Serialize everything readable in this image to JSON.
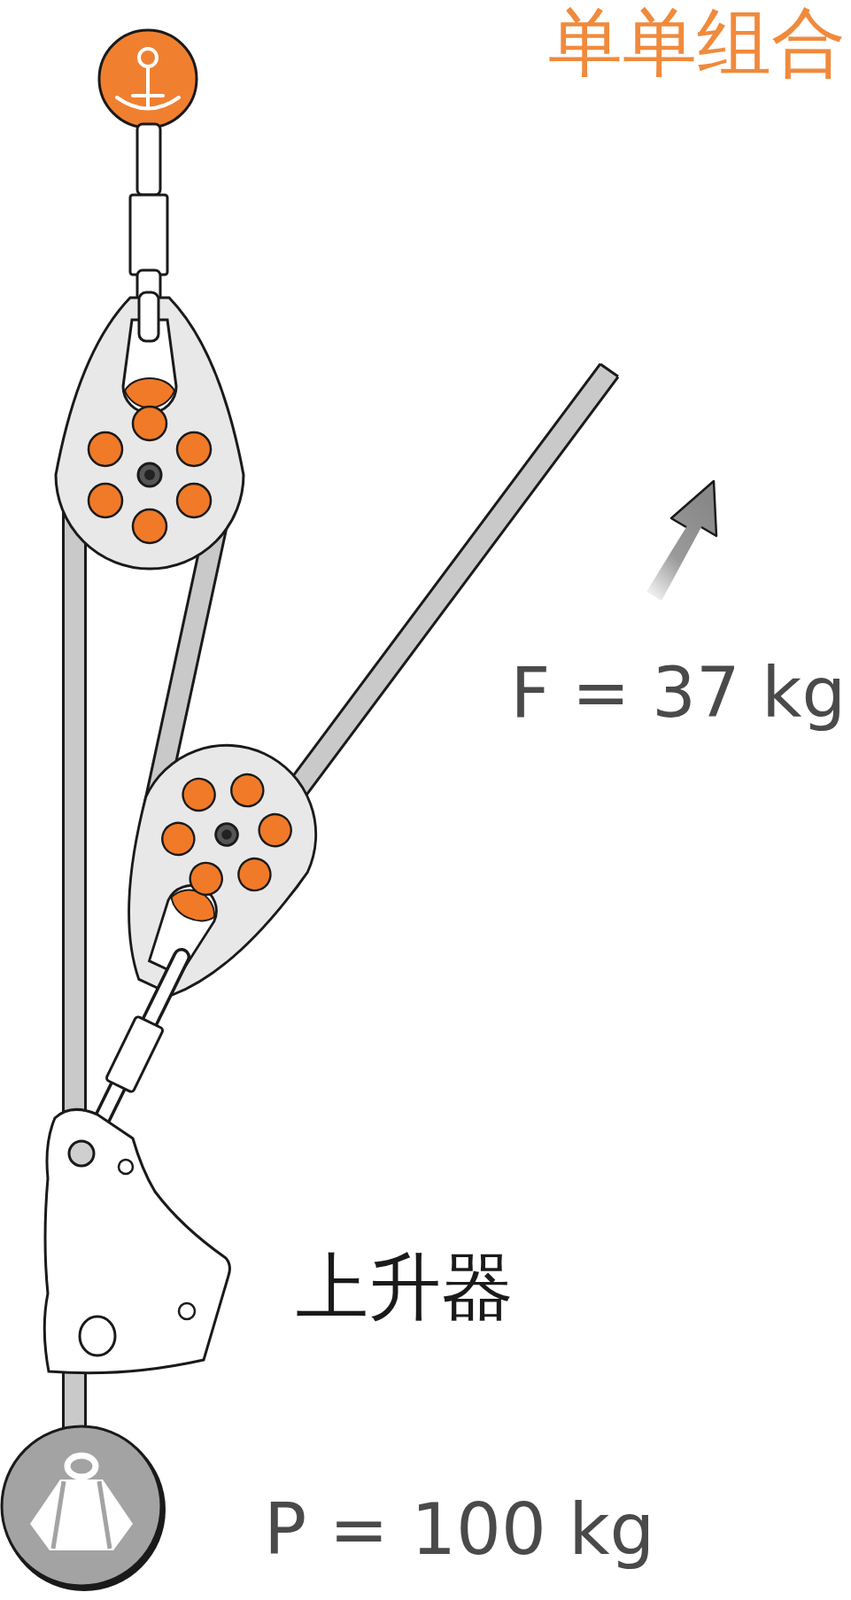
{
  "diagram": {
    "title": "单单组合",
    "labels": [
      "F = 37 kg",
      "上升器",
      "P = 100 kg"
    ]
  }
}
